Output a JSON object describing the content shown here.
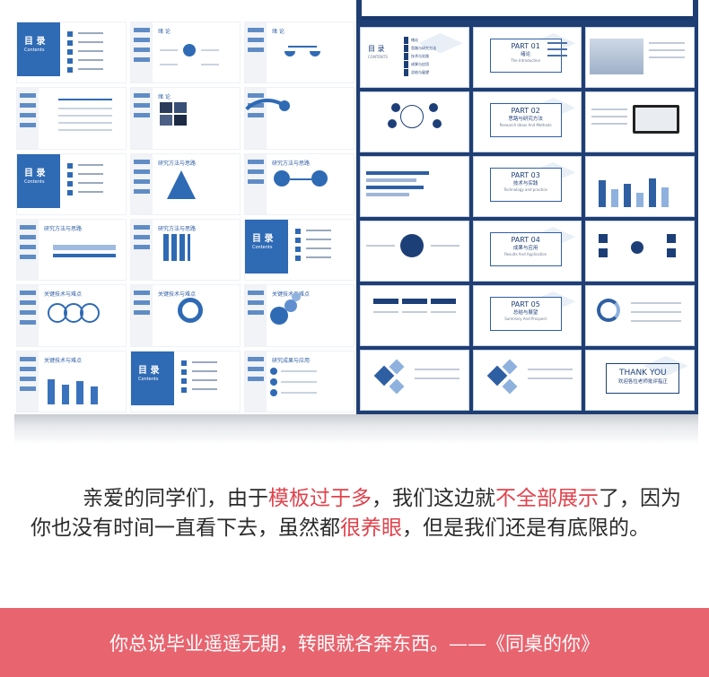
{
  "left_collage": {
    "cover_title": "目 录",
    "cover_subtitle": "Contents",
    "slide_titles": [
      "绪 论",
      "研究方法与思路",
      "关键技术与难点",
      "研究成果与应用"
    ]
  },
  "right_collage": {
    "contents_title": "目 录",
    "contents_subtitle": "CONTENTS",
    "contents_items": [
      "绪论",
      "思路与研究方法",
      "技术与实践",
      "成果与应用",
      "总结与展望"
    ],
    "parts": [
      {
        "part": "PART 01",
        "cn": "绪论",
        "en": "The Introduction"
      },
      {
        "part": "PART 02",
        "cn": "思路与研究方法",
        "en": "Research Ideas And Methods"
      },
      {
        "part": "PART 03",
        "cn": "技术与实践",
        "en": "Technology and practice"
      },
      {
        "part": "PART 04",
        "cn": "成果与应用",
        "en": "Results And Application"
      },
      {
        "part": "PART 05",
        "cn": "总结与展望",
        "en": "Summary And Prospect"
      }
    ],
    "thanks_title": "THANK YOU",
    "thanks_subtitle": "欢迎各位老师批评指正"
  },
  "paragraph": {
    "seg1": "亲爱的同学们，由于",
    "hl1": "模板过于多",
    "seg2": "，我们这边就",
    "hl2": "不全部展示",
    "seg3": "了，因为你也没有时间一直看下去，虽然都",
    "hl3": "很养眼",
    "seg4": "，但是我们还是有底限的。"
  },
  "banner": {
    "quote": "你总说毕业遥遥无期，转眼就各奔东西。——《同桌的你》"
  },
  "colors": {
    "navy": "#1f3e74",
    "accent_blue": "#2f6ab4",
    "highlight_red": "#e0424c",
    "banner_pink": "#e8646f"
  }
}
